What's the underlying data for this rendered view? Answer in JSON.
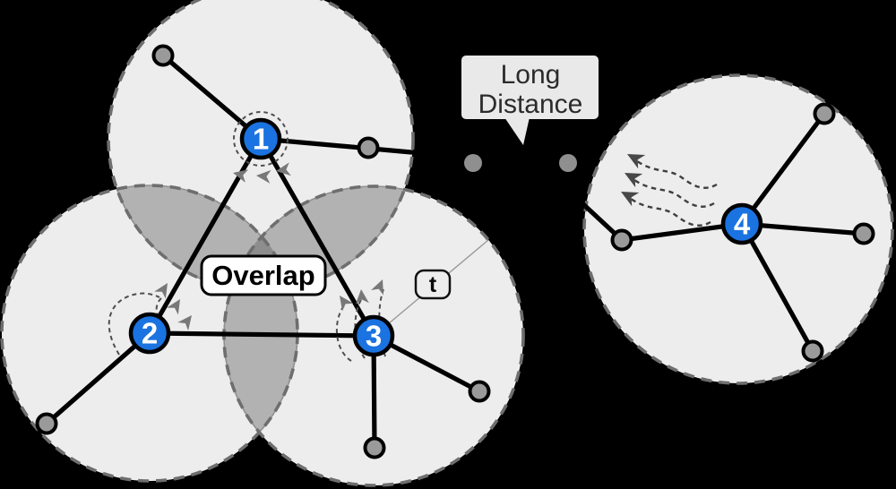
{
  "figure": {
    "type": "wireless-network-range-diagram",
    "background": "#000000",
    "labels": {
      "overlap": "Overlap",
      "long_distance_line1": "Long",
      "long_distance_line2": "Distance",
      "radius": "t"
    },
    "nodes": [
      {
        "id": "1",
        "label": "1"
      },
      {
        "id": "2",
        "label": "2"
      },
      {
        "id": "3",
        "label": "3"
      },
      {
        "id": "4",
        "label": "4"
      }
    ],
    "peripheral_node_count": 9,
    "long_distance_dot_count": 2,
    "colors": {
      "node_fill": "#1a73e0",
      "node_border": "#000000",
      "range_fill": "#ededed",
      "overlap_pair_fill": "#b2b2b2",
      "overlap_triple_fill": "#8d8d8d",
      "range_dashed_border": "#6e6e6e",
      "peripheral_fill": "#9a9a9a",
      "interference_arrow": "#787878",
      "squiggle_arrow": "#484848",
      "callout_fill": "#e9e9e9",
      "label_box_fill": "#ffffff"
    }
  }
}
